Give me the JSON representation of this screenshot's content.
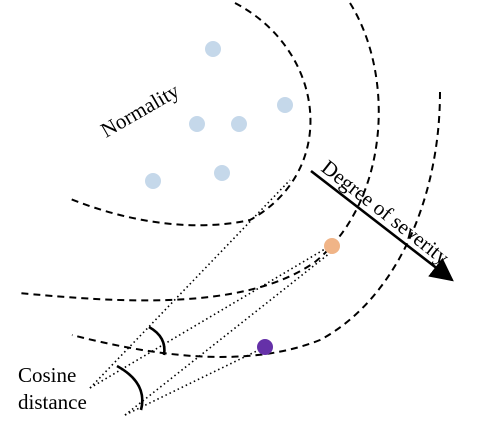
{
  "labels": {
    "normality": "Normality",
    "severity": "Degree of severity",
    "cosine_line1": "Cosine",
    "cosine_line2": "distance"
  },
  "colors": {
    "normal_points": "#c5d8ea",
    "mild_anomaly": "#f0b487",
    "severe_anomaly": "#6531a8",
    "ink": "#000000"
  }
}
